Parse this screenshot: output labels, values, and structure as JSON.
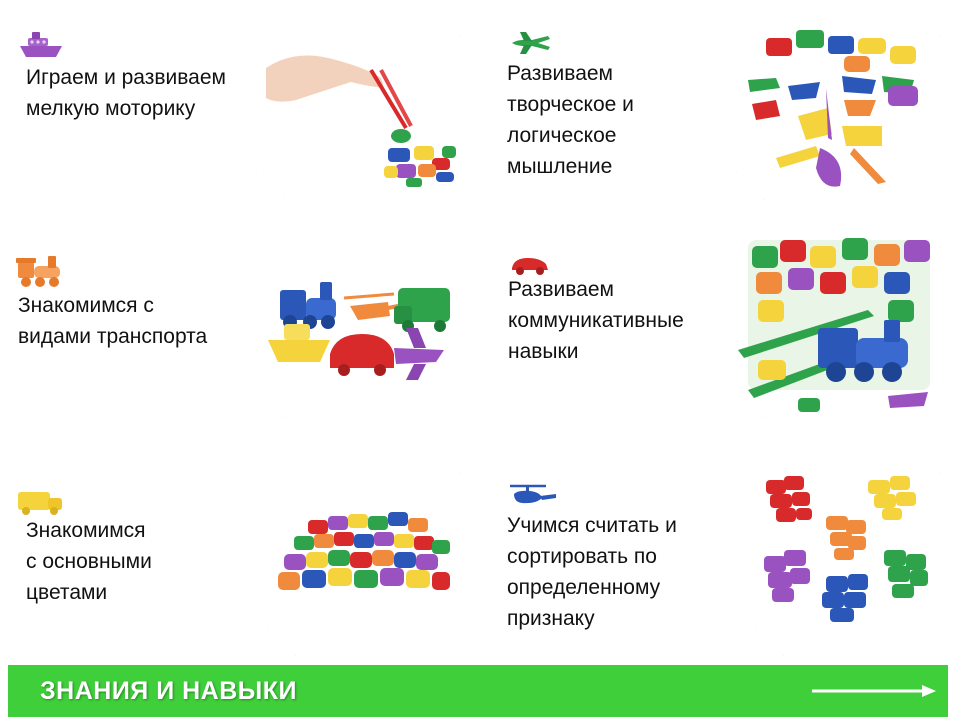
{
  "items": [
    {
      "id": "fine-motor",
      "icon": "boat-icon",
      "icon_color": "#9a52c0",
      "lines": [
        "Играем и развиваем",
        "мелкую моторику"
      ]
    },
    {
      "id": "creative-thinking",
      "icon": "airplane-icon",
      "icon_color": "#2fa24c",
      "lines": [
        "Развиваем",
        "творческое и",
        "логическое",
        "мышление"
      ]
    },
    {
      "id": "transport-types",
      "icon": "train-icon",
      "icon_color": "#f08a3c",
      "lines": [
        "Знакомимся с",
        "видами транспорта"
      ]
    },
    {
      "id": "communication",
      "icon": "car-icon",
      "icon_color": "#d82a2a",
      "lines": [
        "Развиваем",
        "коммуникативные",
        "навыки"
      ]
    },
    {
      "id": "colors",
      "icon": "truck-icon",
      "icon_color": "#f5d33c",
      "lines": [
        "Знакомимся",
        "с основными",
        "цветами"
      ]
    },
    {
      "id": "counting-sorting",
      "icon": "helicopter-icon",
      "icon_color": "#2a57b8",
      "lines": [
        "Учимся считать и",
        "сортировать по",
        "определенному",
        "признаку"
      ]
    }
  ],
  "footer": {
    "title": "ЗНАНИЯ И НАВЫКИ",
    "color": "#3fcf3a"
  },
  "toy_colors": [
    "#d82a2a",
    "#f08a3c",
    "#f5d33c",
    "#2fa24c",
    "#2a57b8",
    "#9a52c0"
  ]
}
